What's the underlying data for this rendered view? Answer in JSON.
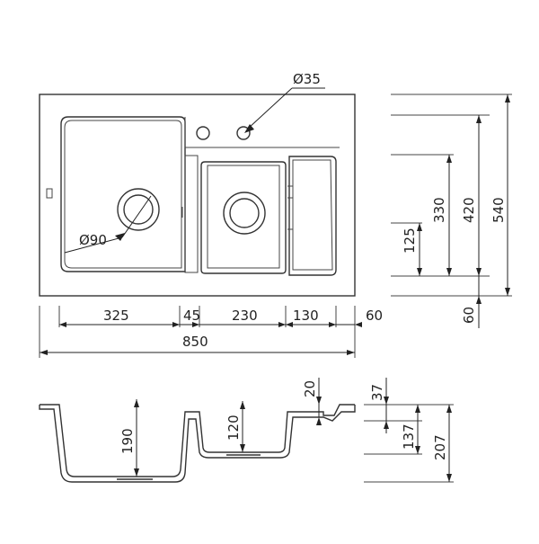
{
  "diagram": {
    "top_view": {
      "tap_hole_diameter": "Ø35",
      "drain_diameter": "Ø90",
      "widths": {
        "left_bowl": "325",
        "divider": "45",
        "right_bowl": "230",
        "drainer": "130",
        "right_margin": "60",
        "overall": "850"
      },
      "heights": {
        "overall": "540",
        "bowl_outer": "420",
        "bowl": "330",
        "drainer_offset": "125",
        "bottom_margin": "60"
      }
    },
    "section_view": {
      "drainer_depth": "20",
      "deck_thickness": "37",
      "bowl_depth_large": "190",
      "bowl_depth_small": "120",
      "depth_137": "137",
      "overall_depth": "207"
    }
  }
}
